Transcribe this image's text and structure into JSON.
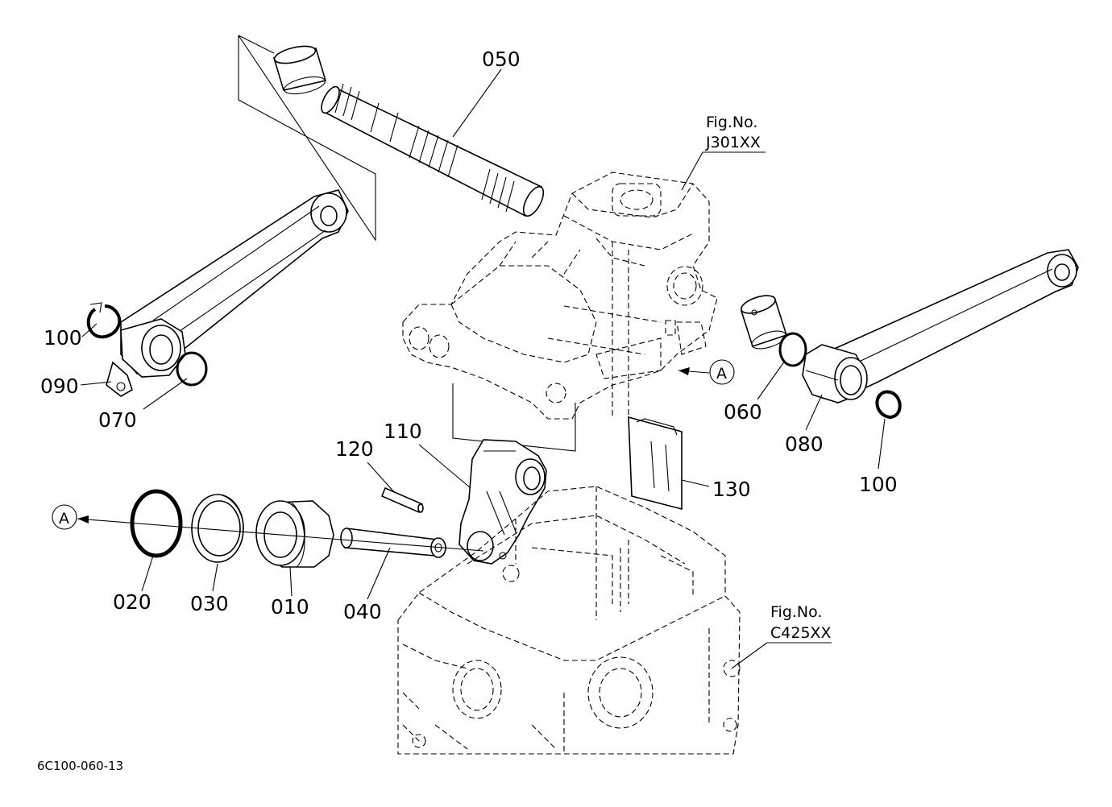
{
  "parts": {
    "p010": "010",
    "p020": "020",
    "p030": "030",
    "p040": "040",
    "p050": "050",
    "p060": "060",
    "p070": "070",
    "p080": "080",
    "p090": "090",
    "p100_left": "100",
    "p100_right": "100",
    "p110": "110",
    "p120": "120",
    "p130": "130"
  },
  "refs": {
    "ref_a_right": "A",
    "ref_a_left": "A"
  },
  "figures": {
    "upper_fig_label": "Fig.No.",
    "upper_fig_no": "J301XX",
    "lower_fig_label": "Fig.No.",
    "lower_fig_no": "C425XX"
  },
  "diagram_code": "6C100-060-13"
}
